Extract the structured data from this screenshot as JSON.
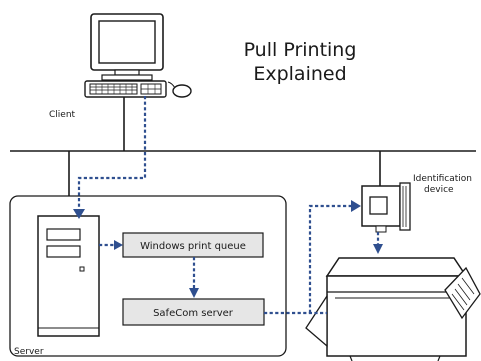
{
  "title": {
    "line1": "Pull Printing",
    "line2": "Explained"
  },
  "labels": {
    "client": "Client",
    "server": "Server",
    "id_device_line1": "Identification",
    "id_device_line2": "device"
  },
  "boxes": {
    "print_queue": "Windows print queue",
    "safecom_server": "SafeCom server"
  },
  "colors": {
    "flow": "#2f4f8f",
    "box_fill": "#e6e6e6",
    "line": "#1a1a1a"
  },
  "icons": [
    "computer-monitor-icon",
    "keyboard-icon",
    "mouse-icon",
    "server-tower-icon",
    "card-reader-icon",
    "printer-icon"
  ]
}
